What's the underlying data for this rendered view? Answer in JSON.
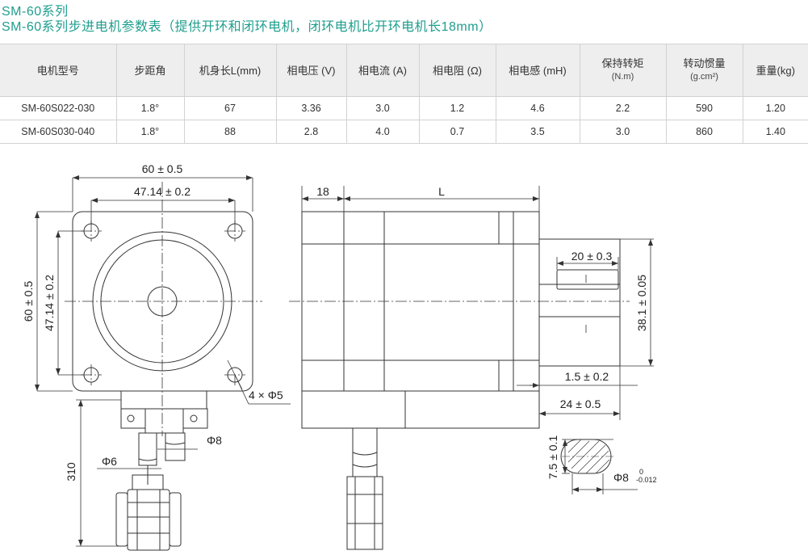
{
  "header": {
    "series_title": "SM-60系列",
    "table_title": "SM-60系列步进电机参数表（提供开环和闭环电机，闭环电机比开环电机长18mm）"
  },
  "table": {
    "columns": [
      {
        "label": "电机型号",
        "sub": ""
      },
      {
        "label": "步距角",
        "sub": ""
      },
      {
        "label": "机身长L(mm)",
        "sub": ""
      },
      {
        "label": "相电压 (V)",
        "sub": ""
      },
      {
        "label": "相电流 (A)",
        "sub": ""
      },
      {
        "label": "相电阻 (Ω)",
        "sub": ""
      },
      {
        "label": "相电感 (mH)",
        "sub": ""
      },
      {
        "label": "保持转矩",
        "sub": "(N.m)"
      },
      {
        "label": "转动惯量",
        "sub": "(g.cm²)"
      },
      {
        "label": "重量(kg)",
        "sub": ""
      }
    ],
    "rows": [
      [
        "SM-60S022-030",
        "1.8°",
        "67",
        "3.36",
        "3.0",
        "1.2",
        "4.6",
        "2.2",
        "590",
        "1.20"
      ],
      [
        "SM-60S030-040",
        "1.8°",
        "88",
        "2.8",
        "4.0",
        "0.7",
        "3.5",
        "3.0",
        "860",
        "1.40"
      ]
    ]
  },
  "drawing": {
    "front_width": "60 ± 0.5",
    "front_hole_spacing": "47.14 ± 0.2",
    "front_height": "60 ± 0.5",
    "front_hole_spacing_v": "47.14 ± 0.2",
    "holes": "4 × Φ5",
    "cable_length": "310",
    "cable_dia_1": "Φ6",
    "cable_dia_2": "Φ8",
    "side_flange_len": "18",
    "side_body_len": "L",
    "key_len": "20 ± 0.3",
    "pilot_dia": "38.1 ± 0.05",
    "pilot_depth": "1.5 ± 0.2",
    "shaft_len": "24 ± 0.5",
    "flat_depth": "7.5 ± 0.1",
    "shaft_dia": "Φ8",
    "shaft_tol_upper": "0",
    "shaft_tol_lower": "-0.012"
  },
  "colors": {
    "accent": "#1f9e8e",
    "header_bg": "#eeeeee",
    "line": "#333333"
  }
}
